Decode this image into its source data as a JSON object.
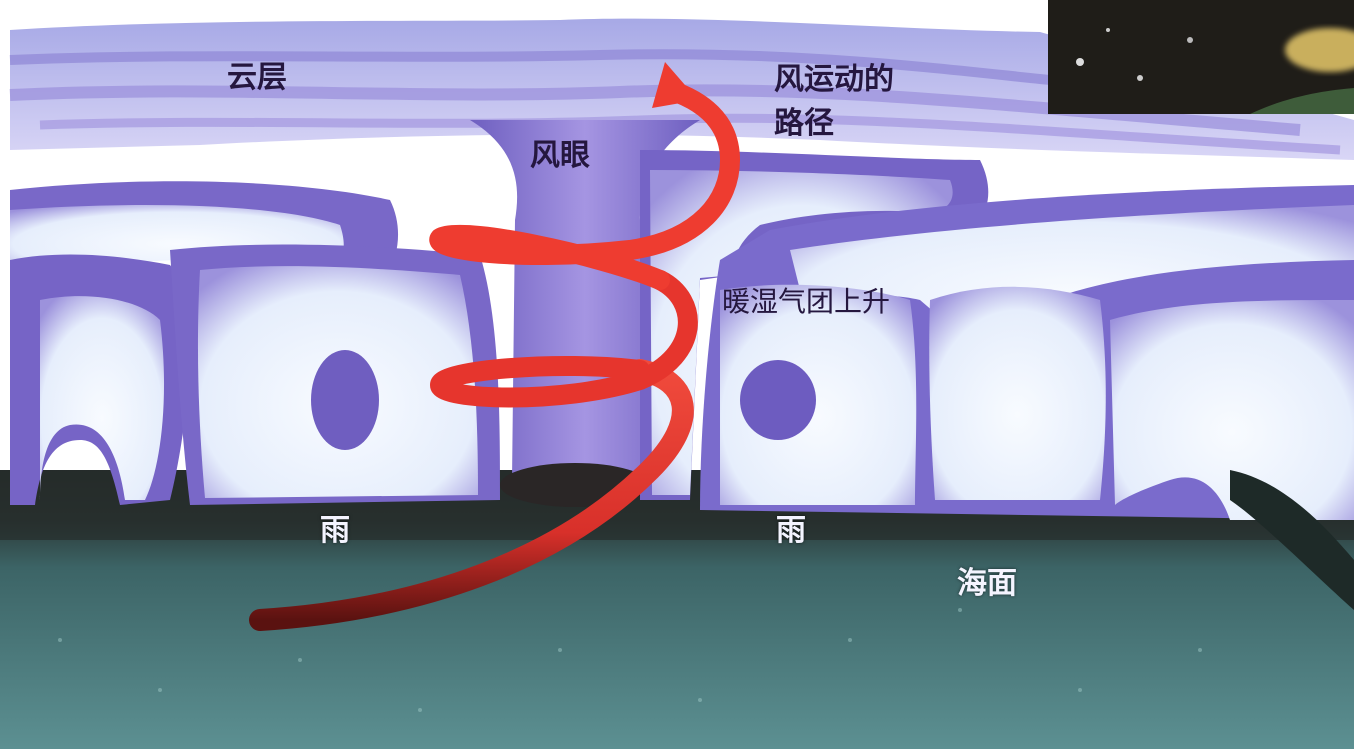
{
  "labels": {
    "cloud_layer": "云层",
    "wind_path": "风运动的\n路径",
    "eye": "风眼",
    "warm_air_rising": "暖湿气团上升",
    "rain_left": "雨",
    "rain_right": "雨",
    "sea_surface": "海面"
  },
  "colors": {
    "cloud_purple": "#8e7fd8",
    "cloud_white": "#f4f6ff",
    "eye_column": "#8f7fd6",
    "spiral_red": "#e8332c",
    "rain_dark": "#2a2f2f",
    "sea": "#3e6e70"
  }
}
